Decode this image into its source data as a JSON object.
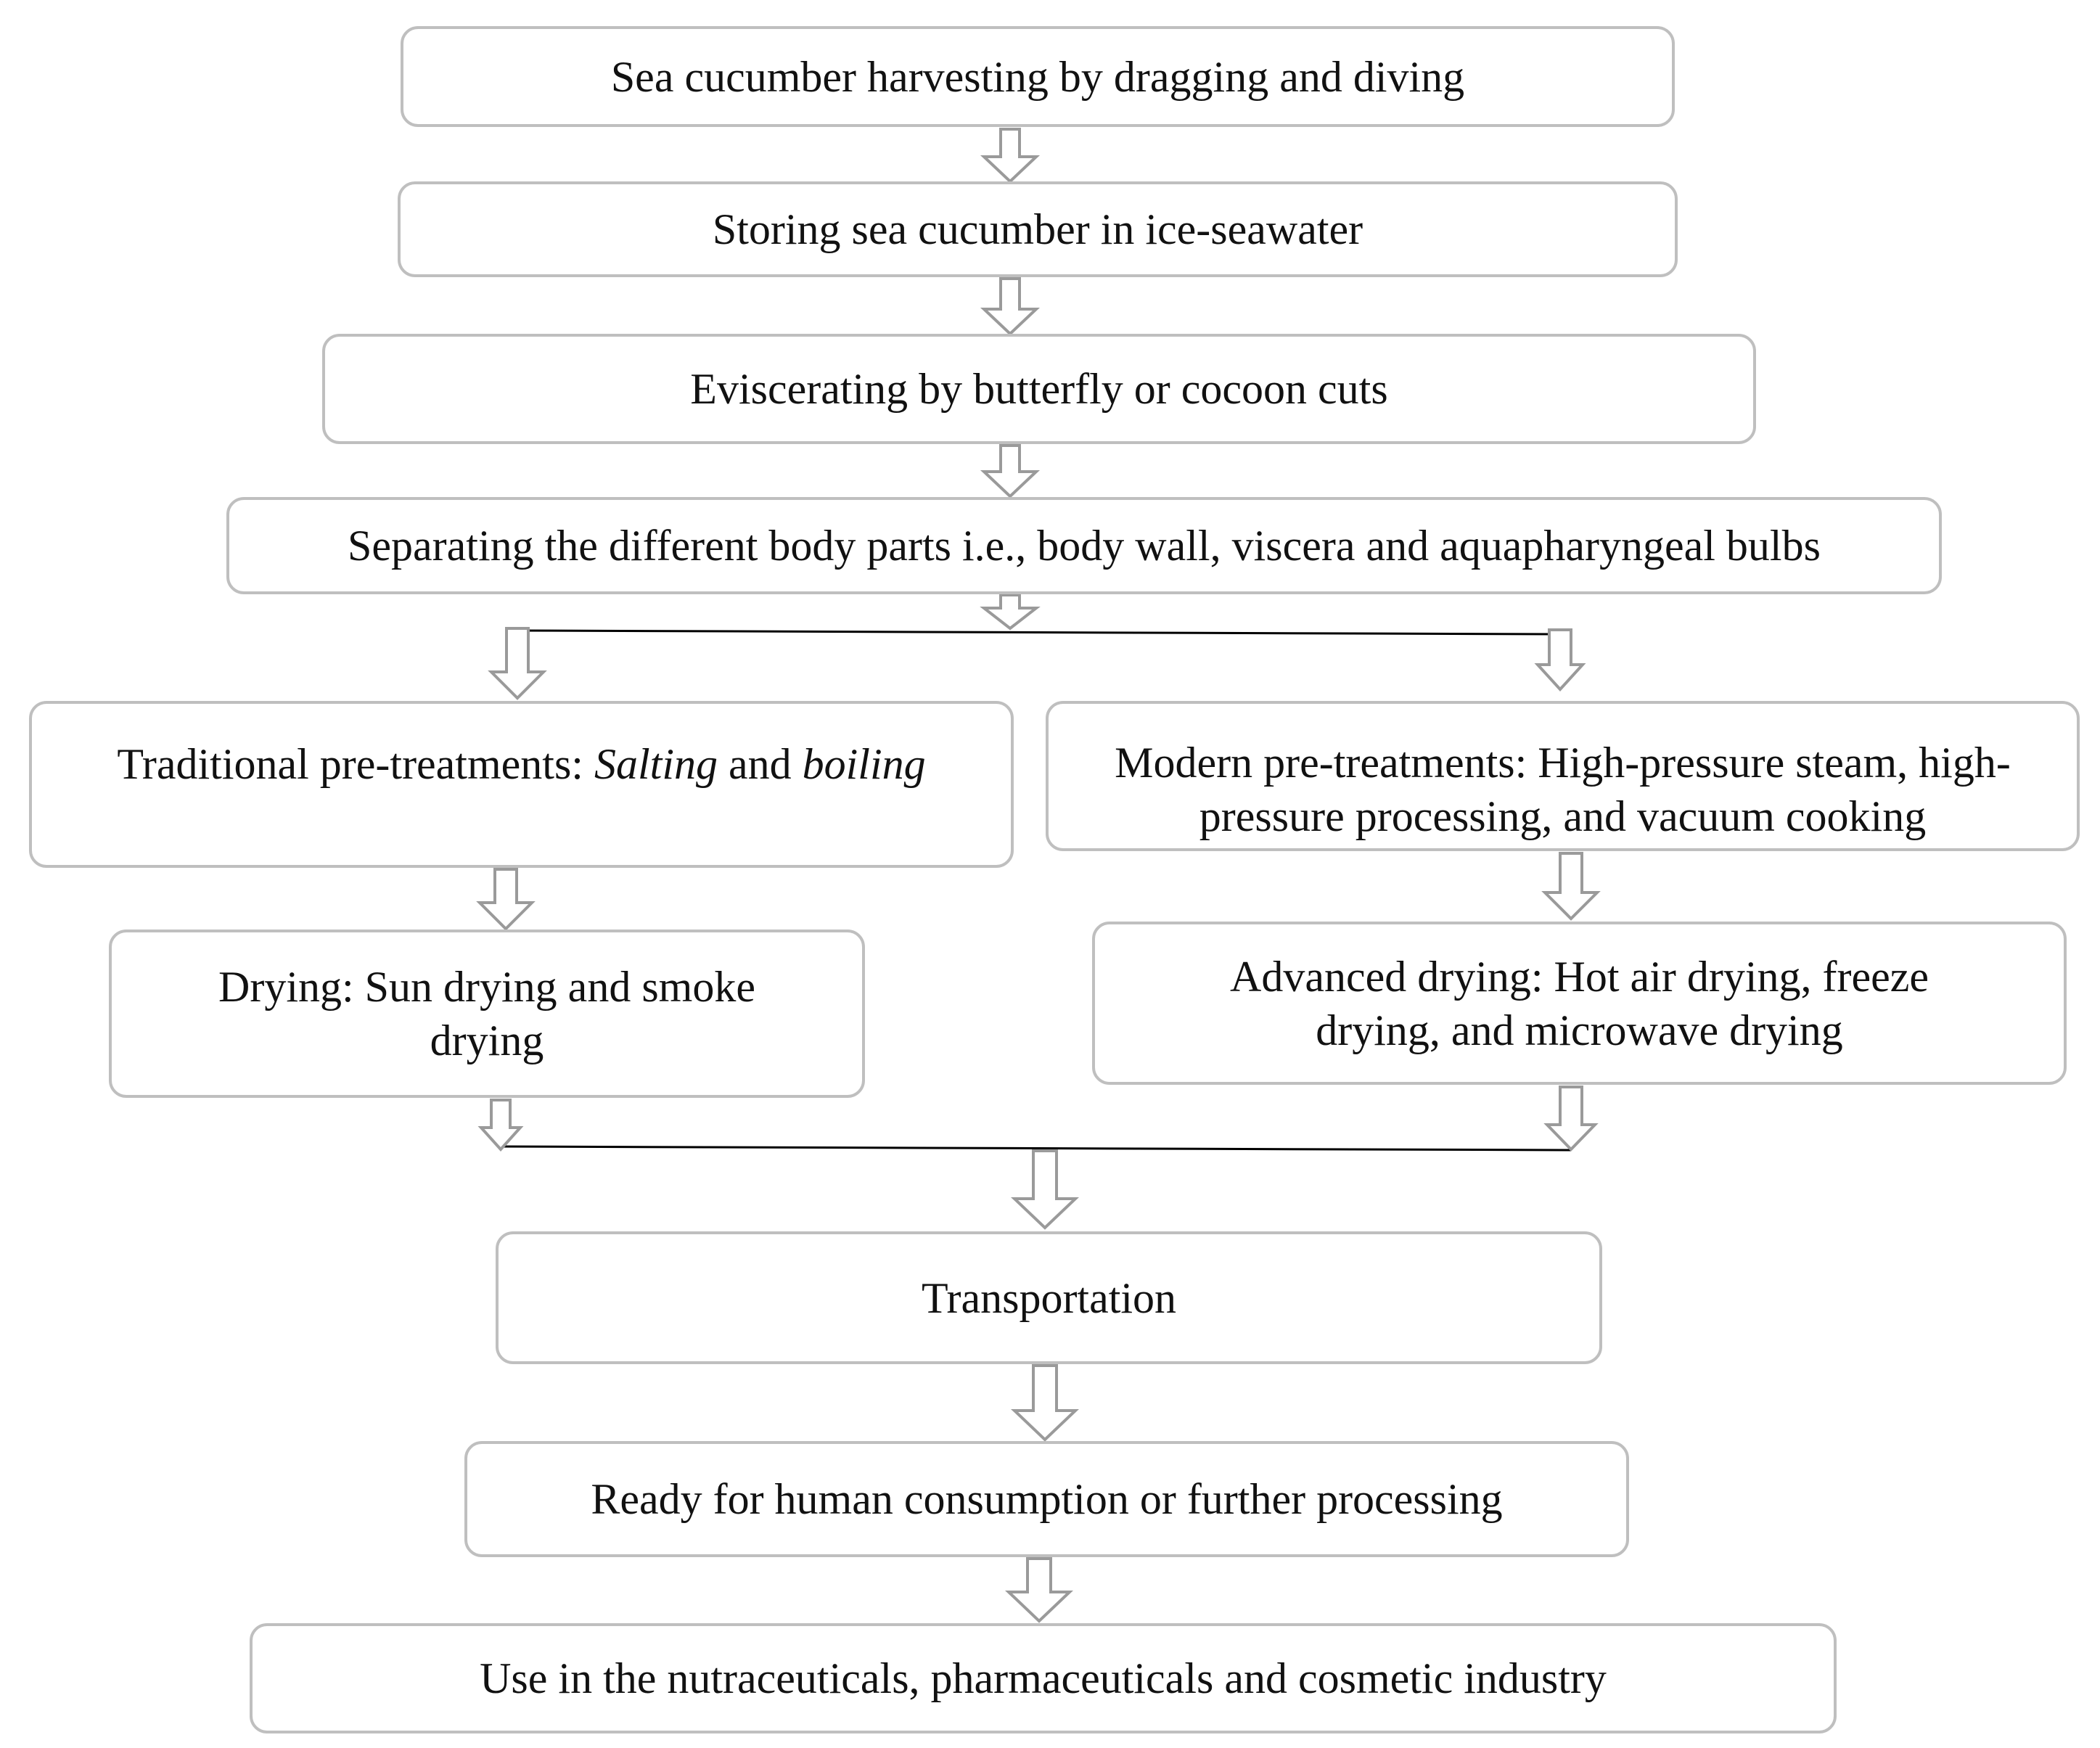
{
  "flowchart": {
    "steps": {
      "harvesting": "Sea cucumber harvesting by dragging and diving",
      "storing": "Storing sea cucumber in ice-seawater",
      "eviscerating": "Eviscerating by butterfly or cocoon cuts",
      "separating": "Separating the different body parts i.e., body wall, viscera and aquapharyngeal bulbs",
      "traditional": {
        "prefix": "Traditional pre-treatments: ",
        "salting": "Salting",
        "and": " and ",
        "boiling": "boiling"
      },
      "modern": "Modern pre-treatments: High-pressure steam, high-pressure processing, and vacuum cooking",
      "drying": "Drying: Sun drying and smoke drying",
      "advanced_drying": "Advanced drying: Hot air drying, freeze drying, and microwave drying",
      "transportation": "Transportation",
      "ready": "Ready for human consumption or further processing",
      "use": "Use in the nutraceuticals, pharmaceuticals and cosmetic industry"
    },
    "colors": {
      "box_border": "#bfbfbf",
      "arrow_outline": "#9a9a9a",
      "connector_line": "#000000",
      "text": "#111111"
    }
  }
}
